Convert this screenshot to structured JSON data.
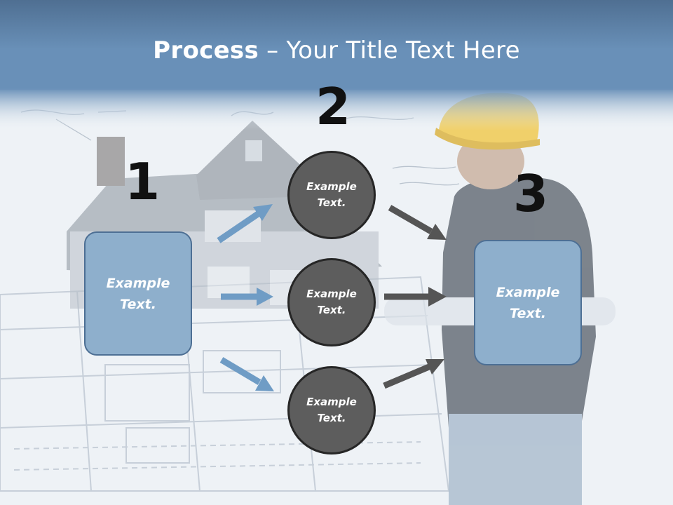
{
  "slide": {
    "title_bold": "Process",
    "title_rest": " – Your Title Text Here"
  },
  "steps": {
    "one": {
      "number": "1",
      "line1": "Example",
      "line2": "Text."
    },
    "two": {
      "number": "2",
      "circles": [
        {
          "line1": "Example",
          "line2": "Text."
        },
        {
          "line1": "Example",
          "line2": "Text."
        },
        {
          "line1": "Example",
          "line2": "Text."
        }
      ]
    },
    "three": {
      "number": "3",
      "line1": "Example",
      "line2": "Text."
    }
  },
  "colors": {
    "header": "#5d86ad",
    "box_fill": "#8eafcc",
    "box_border": "#4d6f94",
    "circle_fill": "#5d5d5d",
    "circle_border": "#262626",
    "arrow_blue": "#6f9cc5",
    "arrow_dark": "#555555"
  },
  "icons": [
    "blueprint-background",
    "house-illustration",
    "architect-with-hard-hat",
    "arrow-icon"
  ]
}
